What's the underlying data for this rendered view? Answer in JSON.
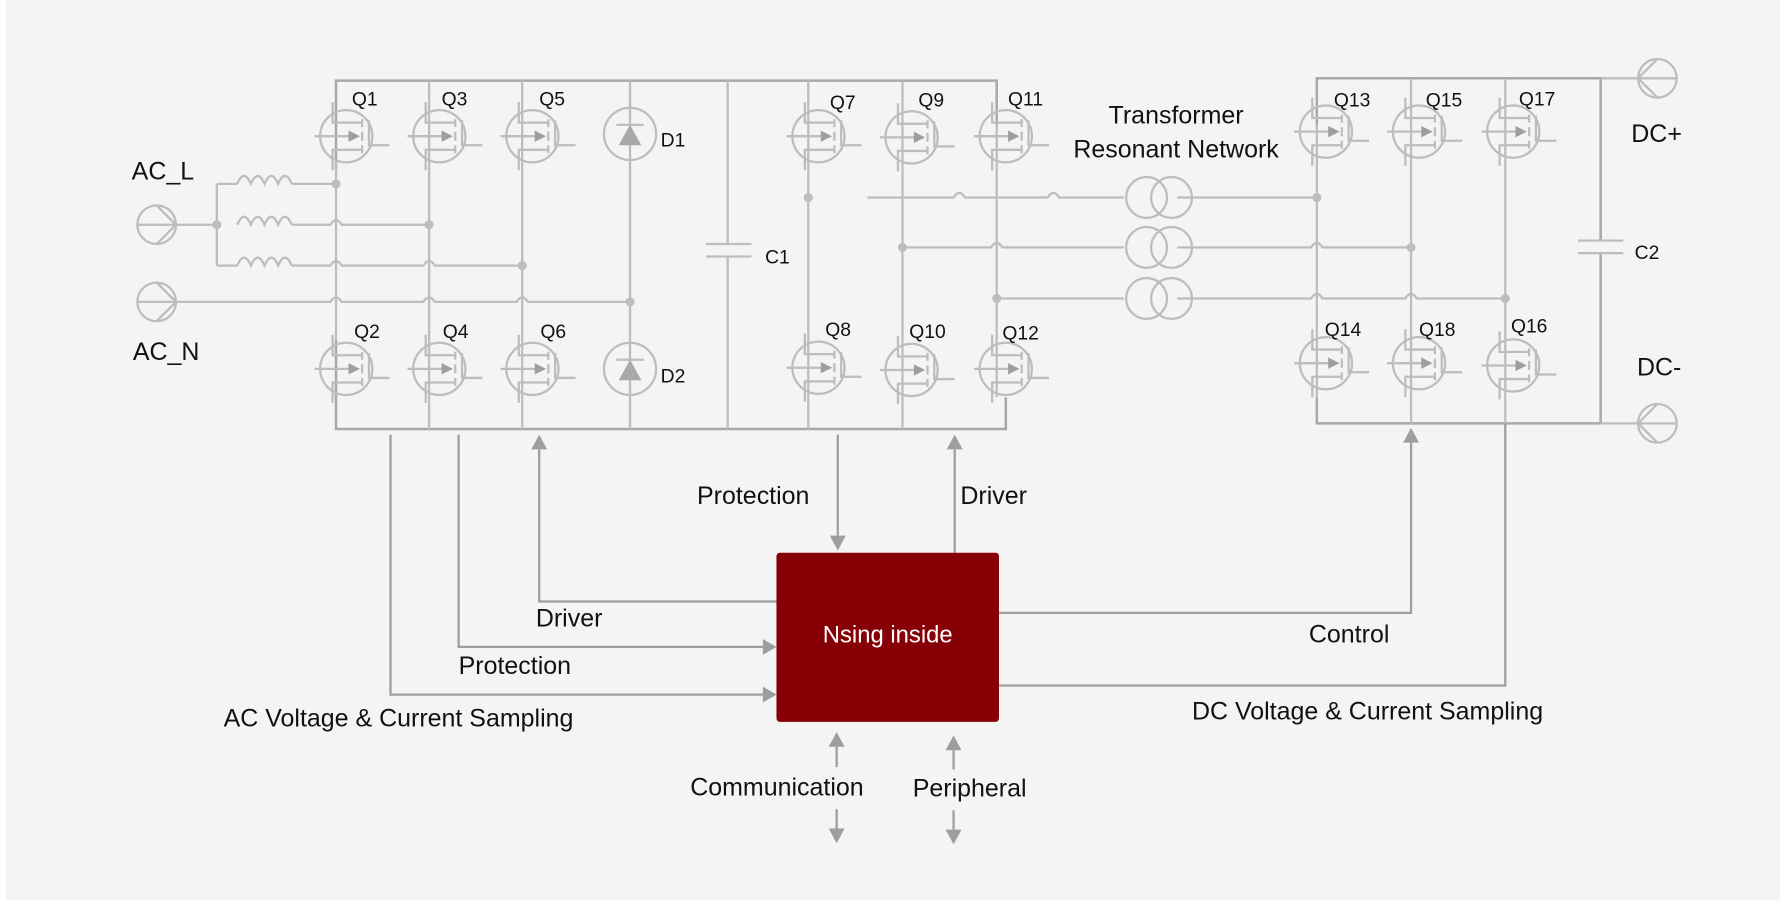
{
  "diagram": {
    "title": "AC-DC power conversion block diagram",
    "colors": {
      "background": "#f4f4f4",
      "wire": "#bdbdbd",
      "signal_arrow": "#9e9e9e",
      "controller": "#870006",
      "controller_text": "#ffffff",
      "label_text": "#111111"
    },
    "terminals": {
      "ac_l": "AC_L",
      "ac_n": "AC_N",
      "dc_plus": "DC+",
      "dc_minus": "DC-"
    },
    "components": {
      "pfc_top": [
        "Q1",
        "Q3",
        "Q5"
      ],
      "pfc_bottom": [
        "Q2",
        "Q4",
        "Q6"
      ],
      "diodes": [
        "D1",
        "D2"
      ],
      "c1": "C1",
      "llc_primary_top": [
        "Q7",
        "Q9",
        "Q11"
      ],
      "llc_primary_bottom": [
        "Q8",
        "Q10",
        "Q12"
      ],
      "transformer_label_line1": "Transformer",
      "transformer_label_line2": "Resonant Network",
      "secondary_top": [
        "Q13",
        "Q15",
        "Q17"
      ],
      "secondary_bottom": [
        "Q14",
        "Q18",
        "Q16"
      ],
      "c2": "C2"
    },
    "controller": {
      "label": "Nsing inside"
    },
    "signals": {
      "driver_left": "Driver",
      "protection_left": "Protection",
      "ac_sampling": "AC Voltage & Current Sampling",
      "protection_top": "Protection",
      "driver_top": "Driver",
      "control": "Control",
      "dc_sampling": "DC Voltage & Current Sampling",
      "communication": "Communication",
      "peripheral": "Peripheral"
    }
  }
}
